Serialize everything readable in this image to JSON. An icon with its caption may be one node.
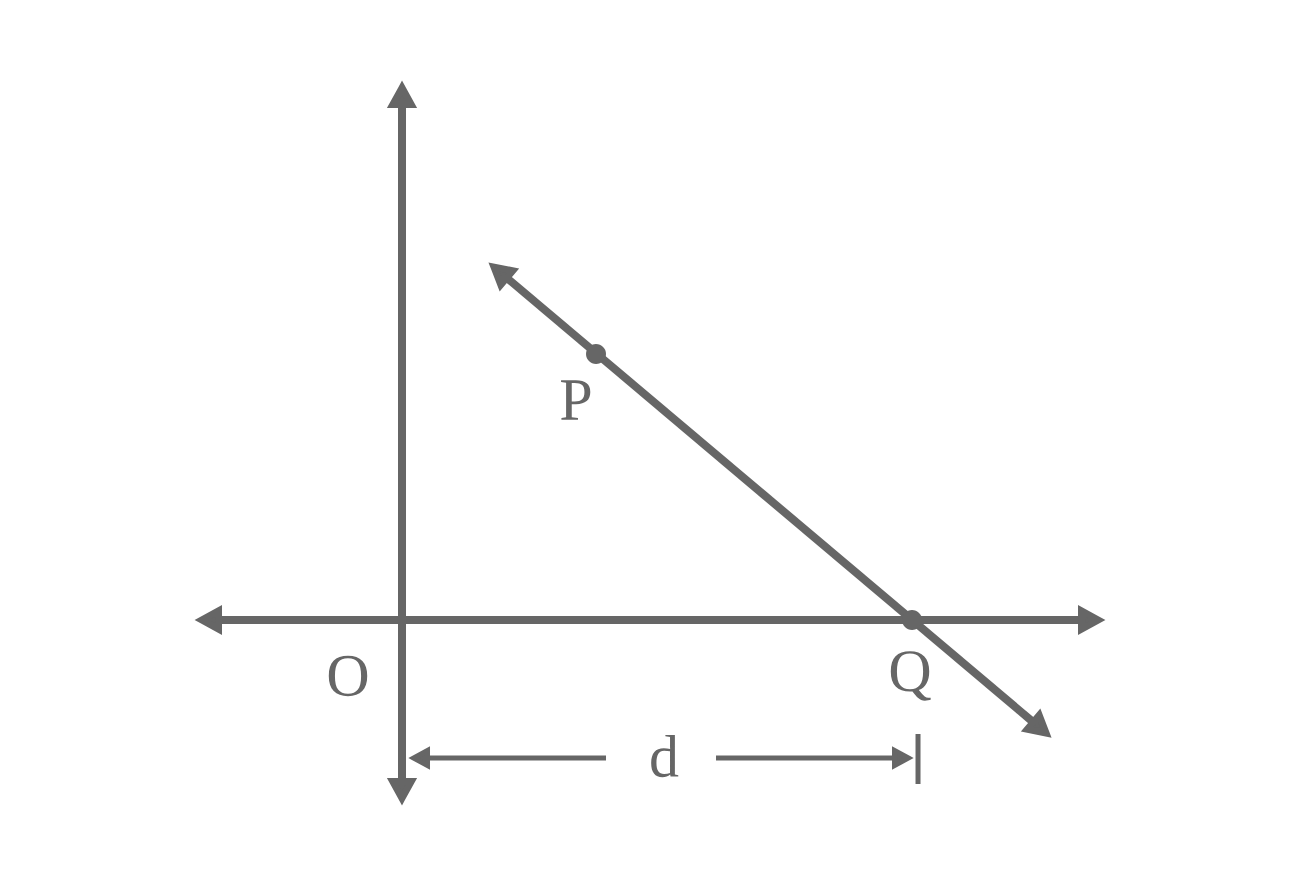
{
  "diagram": {
    "labels": [
      "P",
      "O",
      "Q",
      "d"
    ]
  }
}
